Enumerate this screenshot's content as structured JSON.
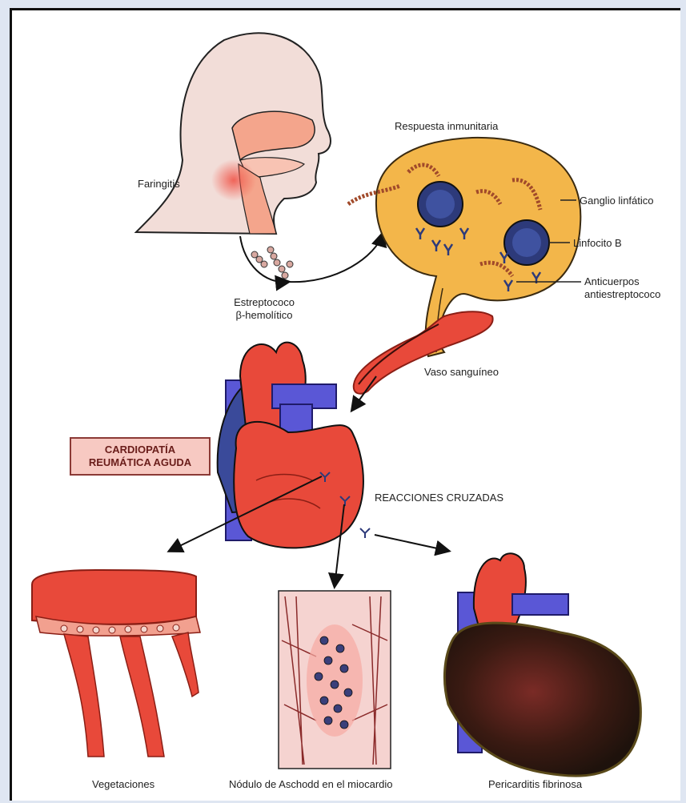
{
  "labels": {
    "faringitis": "Faringitis",
    "respuesta": "Respuesta inmunitaria",
    "ganglio": "Ganglio linfático",
    "linfocito": "Linfocito B",
    "anticuerpos_1": "Anticuerpos",
    "anticuerpos_2": "antiestreptococo",
    "estreptococo_1": "Estreptococo",
    "estreptococo_2": "β-hemolítico",
    "vaso": "Vaso sanguíneo",
    "cardio_1": "CARDIOPATÍA",
    "cardio_2": "REUMÁTICA AGUDA",
    "reacciones": "REACCIONES CRUZADAS",
    "vegetaciones": "Vegetaciones",
    "nodulo": "Nódulo de Aschodd en el miocardio",
    "pericarditis": "Pericarditis fibrinosa"
  },
  "colors": {
    "skin": "#f2ddd8",
    "node": "#f3b64a",
    "heart": "#e8493a",
    "vessel_blue": "#5a57d6",
    "lymphocyte": "#2d3a7a",
    "label_box": "#f7c9c2"
  }
}
